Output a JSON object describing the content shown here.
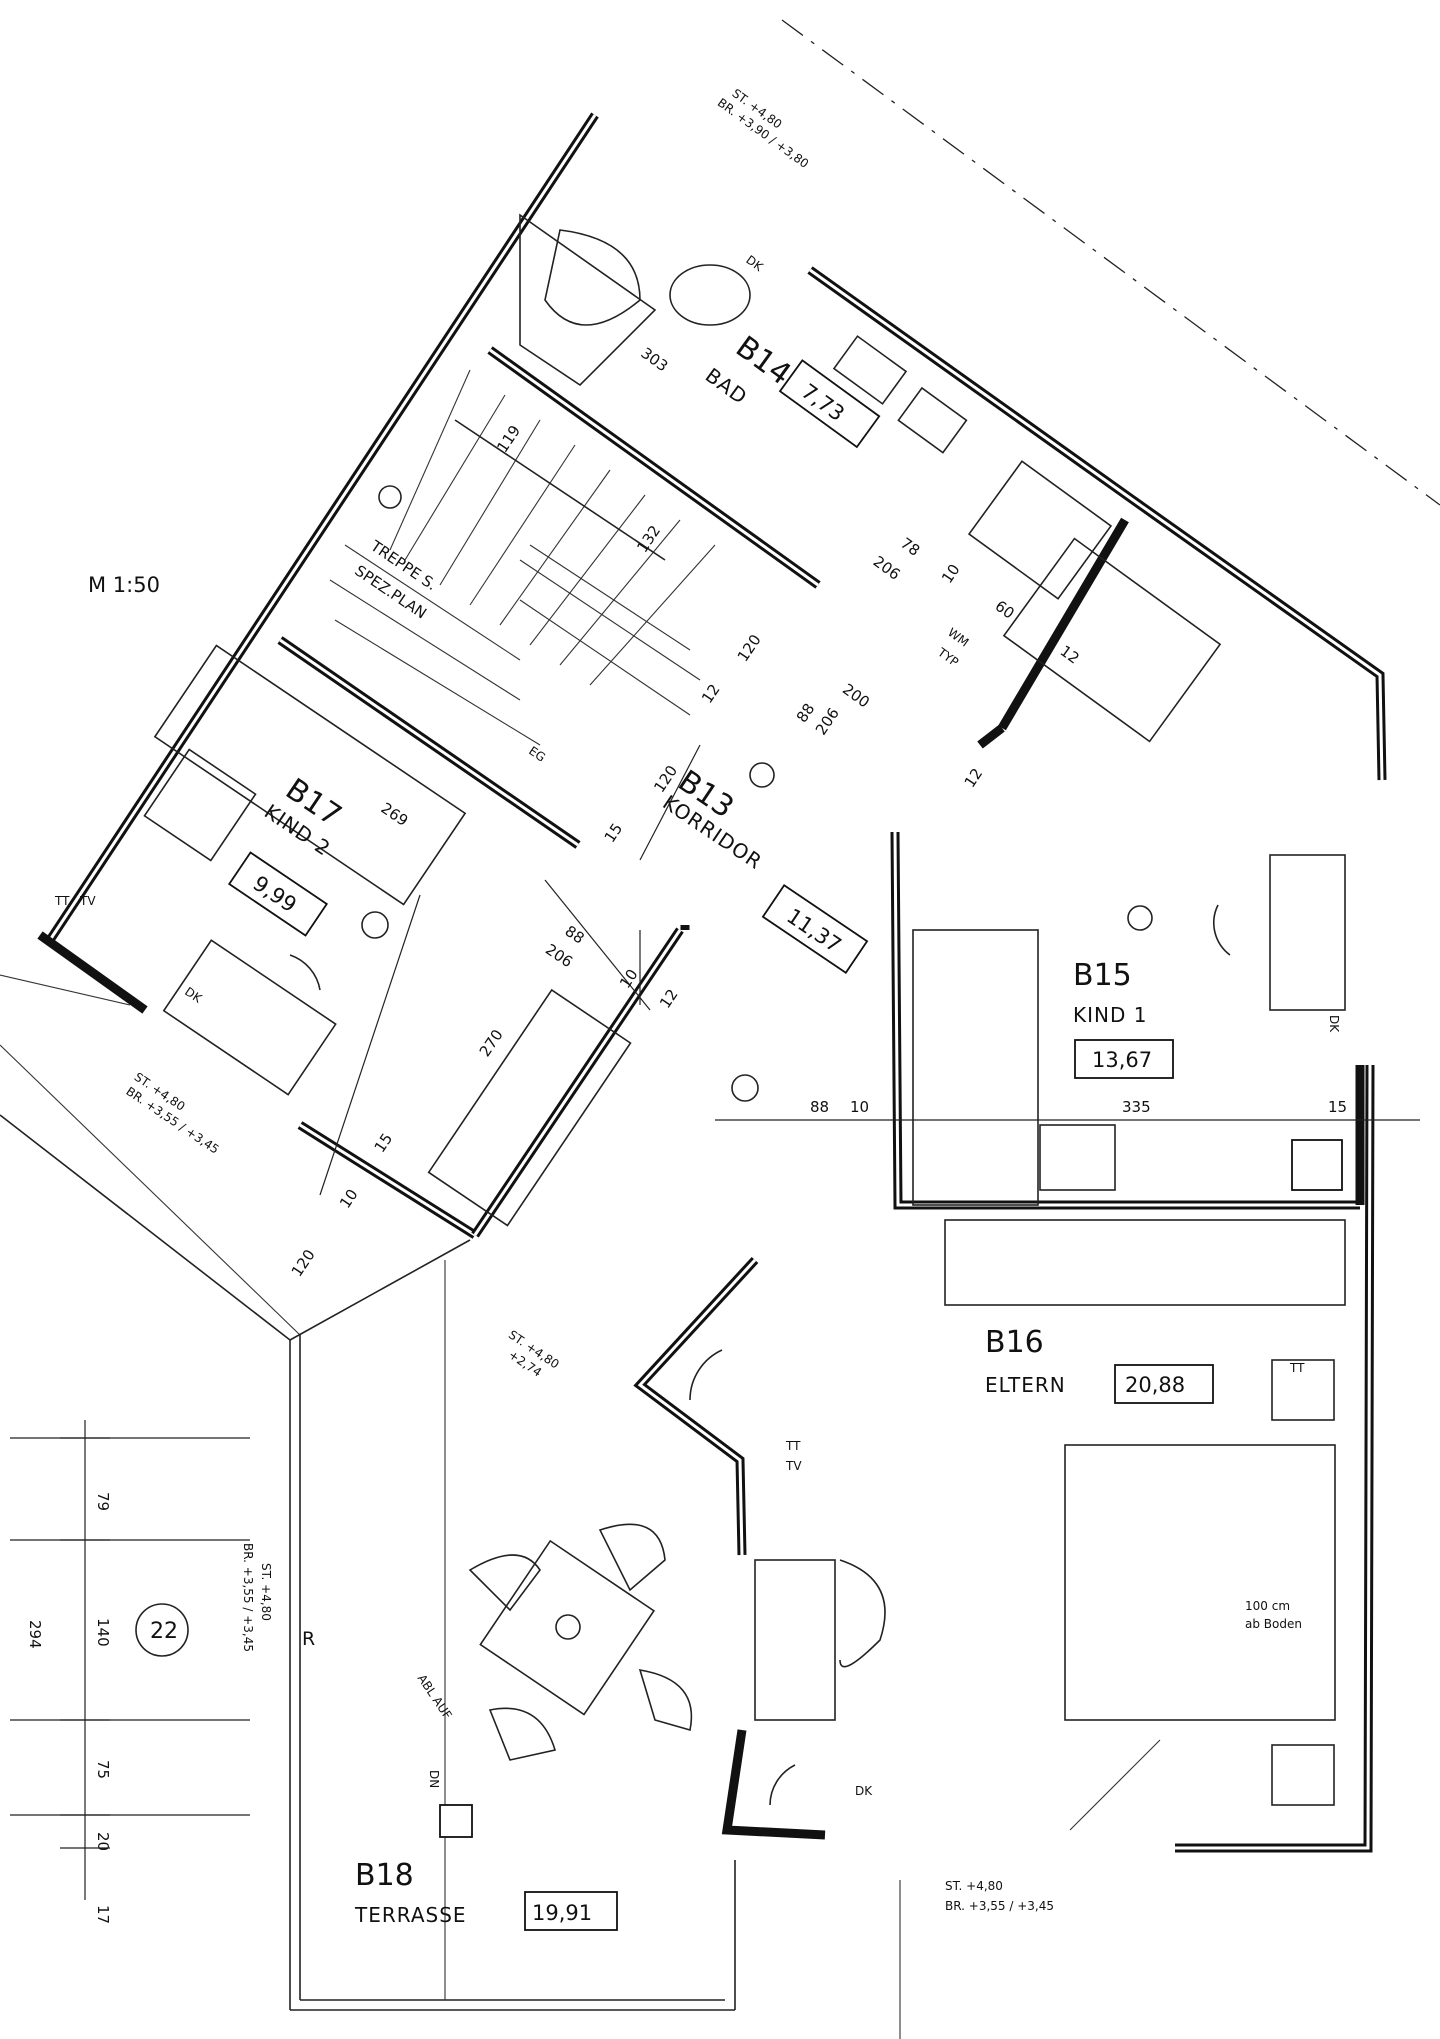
{
  "scale": "M 1:50",
  "sheet_number": "22",
  "rooms": [
    {
      "id": "B14",
      "name": "BAD",
      "area": "7,73"
    },
    {
      "id": "B13",
      "name": "KORRIDOR",
      "area": "11,37"
    },
    {
      "id": "B17",
      "name": "KIND 2",
      "area": "9,99"
    },
    {
      "id": "B15",
      "name": "KIND 1",
      "area": "13,67"
    },
    {
      "id": "B16",
      "name": "ELTERN",
      "area": "20,88"
    },
    {
      "id": "B18",
      "name": "TERRASSE",
      "area": "19,91"
    }
  ],
  "stair": {
    "line1": "TREPPE S.",
    "line2": "SPEZ.PLAN",
    "eg": "EG"
  },
  "window_notes": {
    "bath_st": "ST. +4,80",
    "bath_br": "BR. +3,90 / +3,80",
    "kind2_st": "ST. +4,80",
    "kind2_br": "BR. +3,55 / +3,45",
    "door_st": "ST. +4,80",
    "door_br": "+2,74",
    "side_st": "ST. +4,80",
    "side_br": "BR. +3,55 / +3,45",
    "eltern_st": "ST. +4,80",
    "eltern_br": "BR. +3,55 / +3,45"
  },
  "dimensions": {
    "bath_len": "303",
    "stair_a": "119",
    "stair_b": "132",
    "stair_c": "120",
    "stair_d": "12",
    "w78": "78",
    "w206a": "206",
    "w10a": "10",
    "w60": "60",
    "w12a": "12",
    "w88a": "88",
    "w206b": "206",
    "w200": "200",
    "w12b": "12",
    "w120": "120",
    "w15a": "15",
    "k269": "269",
    "k88": "88",
    "k206": "206",
    "k10": "10",
    "k12": "12",
    "k270": "270",
    "k15": "15",
    "k10b": "10",
    "k120": "120",
    "e88": "88",
    "e10": "10",
    "e335": "335",
    "e15": "15",
    "s79": "79",
    "s140": "140",
    "s75": "75",
    "s294": "294",
    "s20": "20",
    "s17": "17"
  },
  "fixture_labels": {
    "dk": "DK",
    "tt": "TT",
    "tv": "TV",
    "ww": "WM",
    "typ": "TYP",
    "abl_auf": "ABL AUF",
    "r": "R",
    "dn": "DN",
    "note_100": "100 cm",
    "note_boden": "ab Boden"
  }
}
